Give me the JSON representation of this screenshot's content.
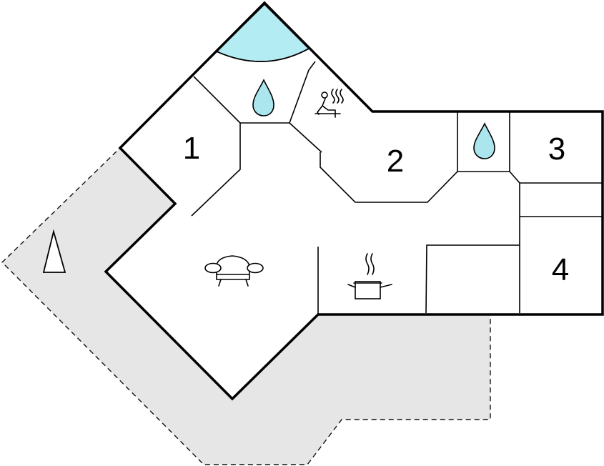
{
  "rooms": [
    {
      "id": "bedroom-1",
      "label": "1"
    },
    {
      "id": "bedroom-2",
      "label": "2"
    },
    {
      "id": "bedroom-3",
      "label": "3"
    },
    {
      "id": "bedroom-4",
      "label": "4"
    }
  ],
  "icons": {
    "pool": "pool-icon",
    "bathroom": "water-drop-icon",
    "sauna": "sauna-icon",
    "living": "sofa-icon",
    "kitchen": "cooking-pot-icon",
    "terrace": "parasol-icon"
  },
  "colors": {
    "pool": "#b3ecf3",
    "water_drop": "#abe6ef",
    "terrace": "#e6e6e6",
    "walls": "#000000"
  }
}
